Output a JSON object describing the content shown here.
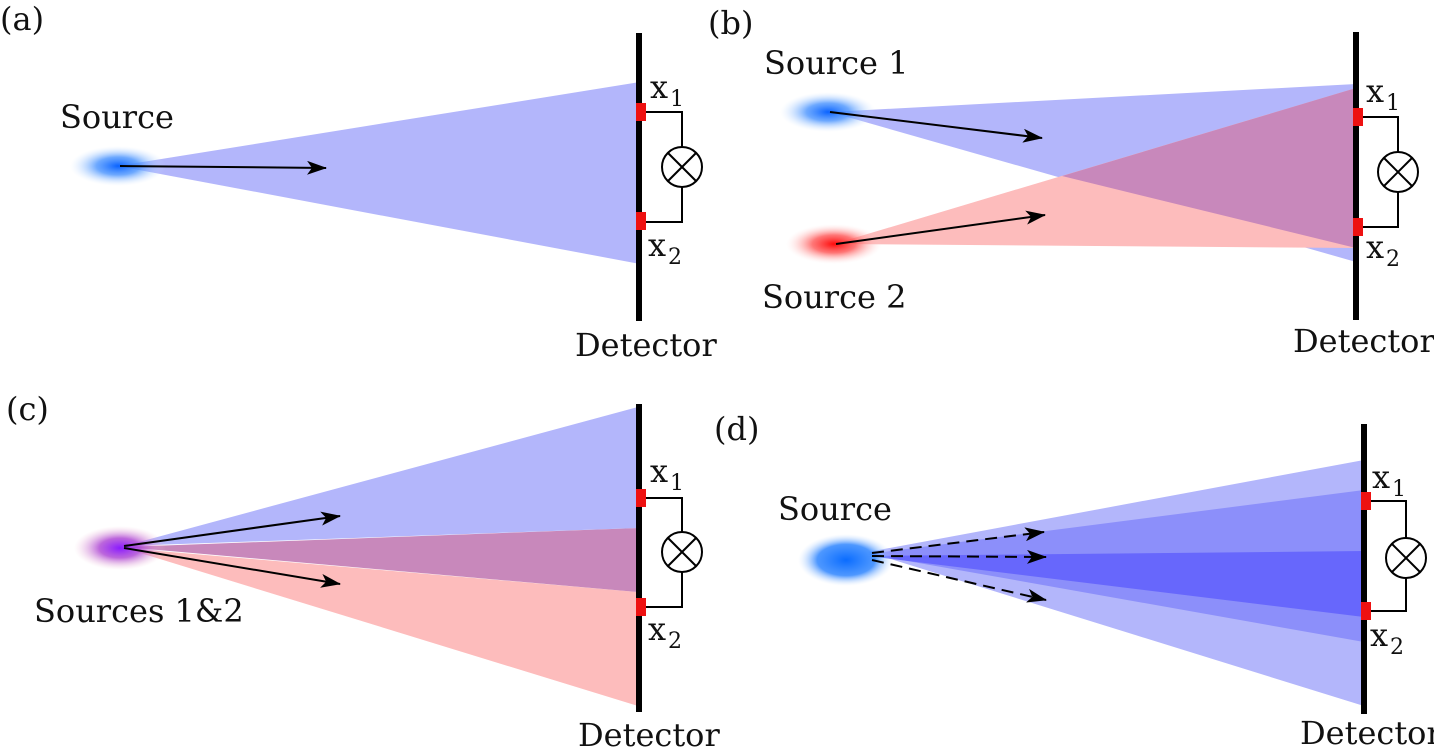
{
  "figure": {
    "panels": [
      {
        "tag": "(a)",
        "detector_label": "Detector",
        "x1": "x",
        "x1_sub": "1",
        "x2": "x",
        "x2_sub": "2",
        "sources": [
          {
            "label": "Source"
          }
        ]
      },
      {
        "tag": "(b)",
        "detector_label": "Detector",
        "x1": "x",
        "x1_sub": "1",
        "x2": "x",
        "x2_sub": "2",
        "sources": [
          {
            "label": "Source 1"
          },
          {
            "label": "Source 2"
          }
        ]
      },
      {
        "tag": "(c)",
        "detector_label": "Detector",
        "x1": "x",
        "x1_sub": "1",
        "x2": "x",
        "x2_sub": "2",
        "sources": [
          {
            "label": "Sources 1&2"
          }
        ]
      },
      {
        "tag": "(d)",
        "detector_label": "Detector",
        "x1": "x",
        "x1_sub": "1",
        "x2": "x",
        "x2_sub": "2",
        "sources": [
          {
            "label": "Source"
          }
        ]
      }
    ]
  },
  "colors": {
    "blue_beam": "#b3b6fb",
    "red_beam": "#fdbcbc",
    "overlap_beam": "#c888bb",
    "mid_blue_beam": "#8c8ffa",
    "deep_blue_beam": "#6767fc",
    "pixel_red": "#ee1111",
    "detector_black": "#000000"
  },
  "icons": {
    "detector_meter": "circled-x-icon"
  }
}
